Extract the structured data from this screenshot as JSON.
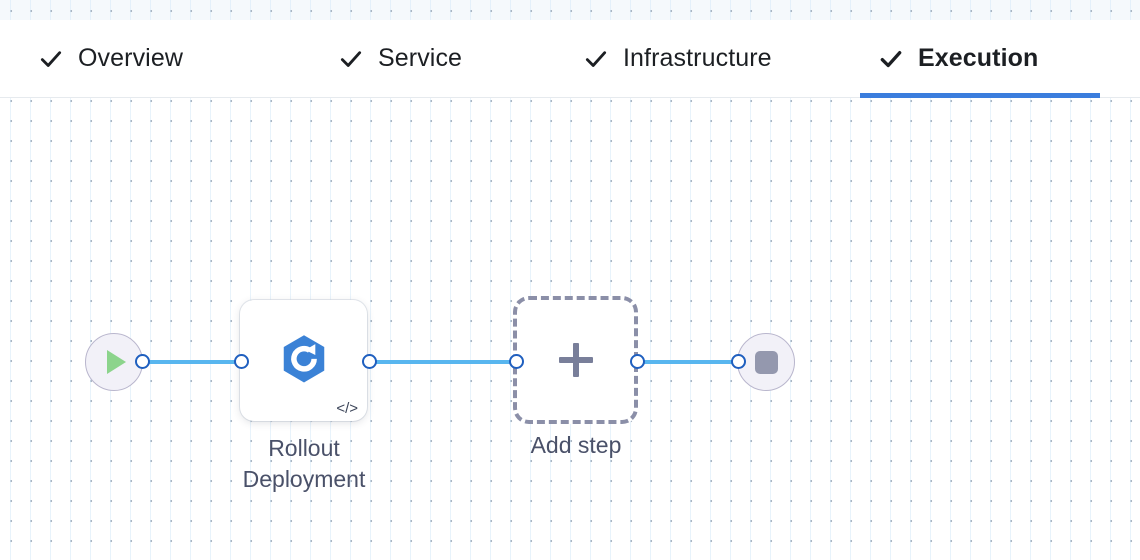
{
  "tabs": [
    {
      "label": "Overview",
      "icon": "check-icon",
      "completed": true,
      "active": false
    },
    {
      "label": "Service",
      "icon": "check-icon",
      "completed": true,
      "active": false
    },
    {
      "label": "Infrastructure",
      "icon": "check-icon",
      "completed": true,
      "active": false
    },
    {
      "label": "Execution",
      "icon": "check-icon",
      "completed": true,
      "active": true
    }
  ],
  "pipeline": {
    "start_node": {
      "icon": "play-icon",
      "name": "start"
    },
    "steps": [
      {
        "label": "Rollout\nDeployment",
        "icon": "rollout-deployment-icon",
        "badge_icon": "code-icon",
        "badge_label": "</>"
      }
    ],
    "add_step": {
      "label": "Add step",
      "icon": "plus-icon"
    },
    "end_node": {
      "icon": "stop-icon",
      "name": "end"
    }
  },
  "colors": {
    "accent": "#3b7ddd",
    "edge": "#58b6ef",
    "port_ring": "#1f5fbf",
    "step_icon": "#3b82d6",
    "play": "#8cd48c",
    "stop": "#9498ae",
    "dashed_border": "#8b8fa8",
    "label_text": "#4a5169",
    "tab_text": "#1c1f23",
    "terminal_fill": "#f2f1f8",
    "terminal_border": "#b9b6cd",
    "grid_dot": "#aab6c4"
  }
}
